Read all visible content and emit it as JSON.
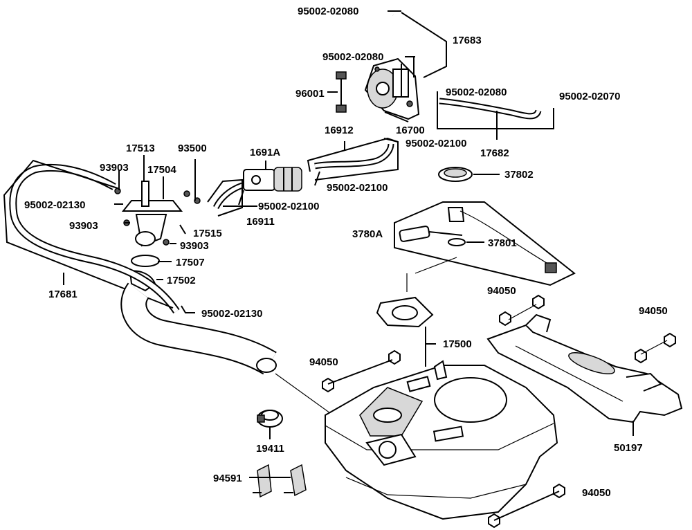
{
  "labels": {
    "p95002_02080_top": "95002-02080",
    "p17683": "17683",
    "p95002_02080_mid": "95002-02080",
    "p96001": "96001",
    "p95002_02080_right": "95002-02080",
    "p95002_02070": "95002-02070",
    "p16700": "16700",
    "p17682": "17682",
    "p16912": "16912",
    "p95002_02100_a": "95002-02100",
    "p1691A": "1691A",
    "p95002_02100_b": "95002-02100",
    "p95002_02100_c": "95002-02100",
    "p16911": "16911",
    "p37802": "37802",
    "p17513": "17513",
    "p93500": "93500",
    "p93903_a": "93903",
    "p17504": "17504",
    "p95002_02130_a": "95002-02130",
    "p93903_b": "93903",
    "p17515": "17515",
    "p93903_c": "93903",
    "p17507": "17507",
    "p17502": "17502",
    "p17681": "17681",
    "p95002_02130_b": "95002-02130",
    "p3780A": "3780A",
    "p37801": "37801",
    "p94050_a": "94050",
    "p94050_b": "94050",
    "p17500": "17500",
    "p94050_c": "94050",
    "p19411": "19411",
    "p50197": "50197",
    "p94591": "94591",
    "p94050_d": "94050"
  }
}
